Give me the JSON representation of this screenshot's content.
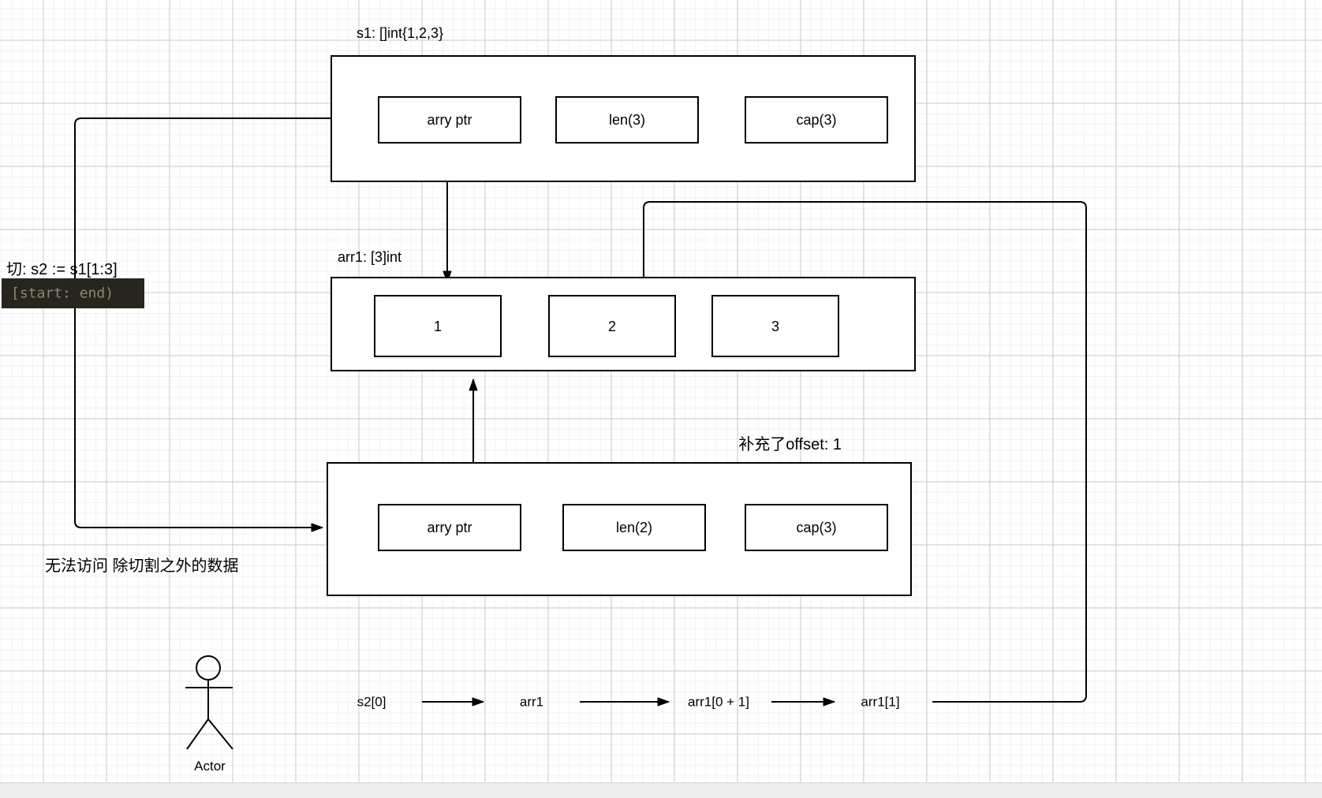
{
  "diagram": {
    "s1": {
      "label": "s1: []int{1,2,3}",
      "cells": [
        "arry ptr",
        "len(3)",
        "cap(3)"
      ]
    },
    "arr1": {
      "label": "arr1: [3]int",
      "cells": [
        "1",
        "2",
        "3"
      ]
    },
    "s2": {
      "offset_note": "补充了offset: 1",
      "cells": [
        "arry ptr",
        "len(2)",
        "cap(3)"
      ]
    },
    "annotations": {
      "slice_op": "切: s2 := s1[1:3]",
      "range_code": "[start: end)",
      "no_access": "无法访问 除切割之外的数据"
    },
    "flow": {
      "items": [
        "s2[0]",
        "arr1",
        "arr1[0 + 1]",
        "arr1[1]"
      ]
    },
    "actor": {
      "label": "Actor"
    },
    "colors": {
      "stroke": "#000000",
      "code_bg": "#26261f",
      "code_text": "#8d8872",
      "grid_major": "#cbcbcb",
      "grid_minor": "#f2f2f2"
    }
  }
}
